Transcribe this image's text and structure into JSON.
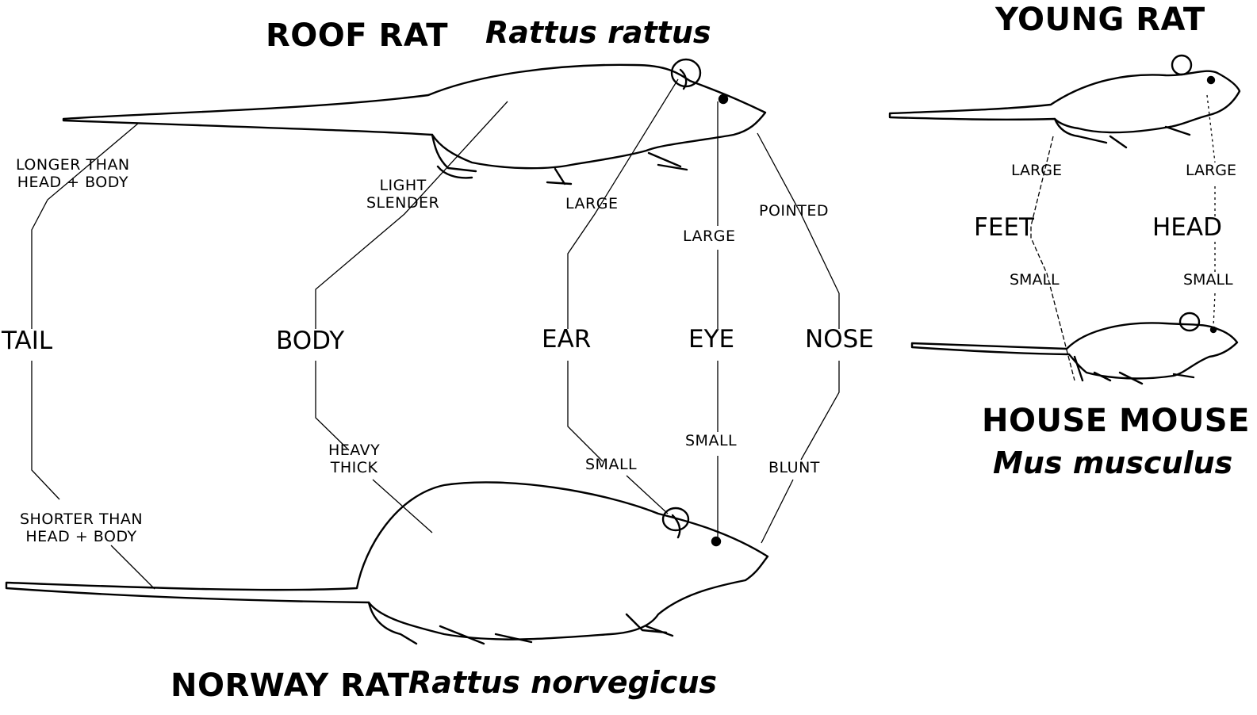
{
  "roof_rat": {
    "common_name": "ROOF RAT",
    "scientific_name": "Rattus rattus"
  },
  "norway_rat": {
    "common_name": "NORWAY RAT",
    "scientific_name": "Rattus norvegicus"
  },
  "young_rat": {
    "common_name": "YOUNG RAT"
  },
  "house_mouse": {
    "common_name": "HOUSE MOUSE",
    "scientific_name": "Mus musculus"
  },
  "tail": {
    "label": "TAIL",
    "roof_line1": "LONGER THAN",
    "roof_line2": "HEAD + BODY",
    "norway_line1": "SHORTER THAN",
    "norway_line2": "HEAD + BODY"
  },
  "body": {
    "label": "BODY",
    "roof_line1": "LIGHT",
    "roof_line2": "SLENDER",
    "norway_line1": "HEAVY",
    "norway_line2": "THICK"
  },
  "ear": {
    "label": "EAR",
    "roof": "LARGE",
    "norway": "SMALL"
  },
  "eye": {
    "label": "EYE",
    "roof": "LARGE",
    "norway": "SMALL"
  },
  "nose": {
    "label": "NOSE",
    "roof": "POINTED",
    "norway": "BLUNT"
  },
  "feet": {
    "label": "FEET",
    "young": "LARGE",
    "mouse": "SMALL"
  },
  "head": {
    "label": "HEAD",
    "young": "LARGE",
    "mouse": "SMALL"
  }
}
